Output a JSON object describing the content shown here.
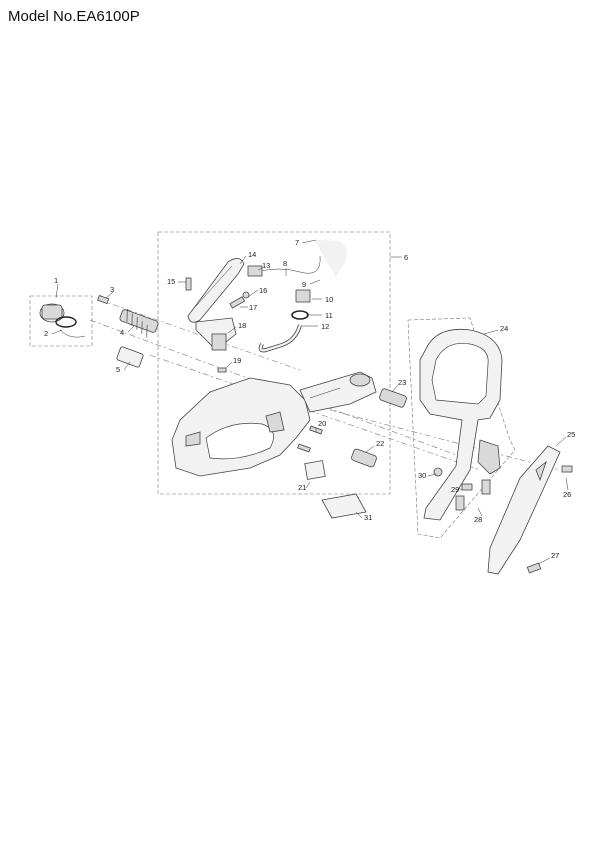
{
  "header": {
    "model": "Model No.EA6100P"
  },
  "callouts": [
    "1",
    "2",
    "3",
    "4",
    "5",
    "6",
    "7",
    "8",
    "9",
    "10",
    "11",
    "12",
    "13",
    "14",
    "15",
    "16",
    "17",
    "18",
    "19",
    "20",
    "21",
    "22",
    "23",
    "24",
    "25",
    "26",
    "27",
    "28",
    "29",
    "30",
    "31"
  ]
}
